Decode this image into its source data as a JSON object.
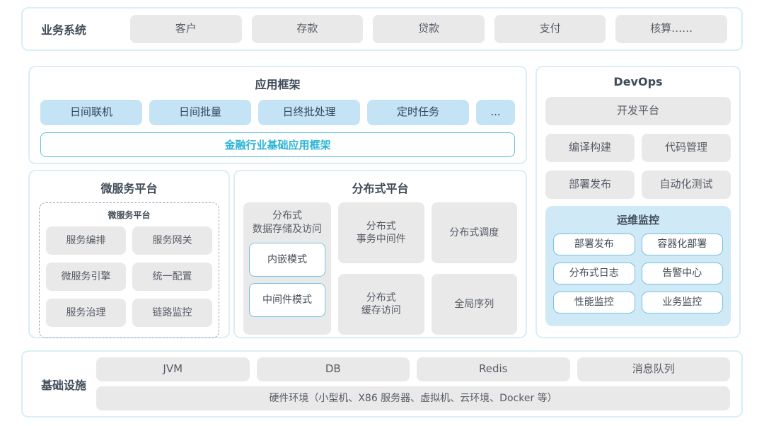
{
  "colors": {
    "panel_border": "#d9eef6",
    "gray_button_bg": "#e9e9ea",
    "blue_button_bg": "#c4e4f6",
    "accent_cyan_text": "#29b3d4",
    "accent_cyan_border": "#5fc2dc",
    "monitor_panel_bg": "#cfe9f7",
    "white_button_border": "#74c3e0",
    "title_text": "#3f4b58",
    "button_text": "#565c63"
  },
  "business_systems": {
    "label": "业务系统",
    "items": [
      "客户",
      "存款",
      "贷款",
      "支付",
      "核算……"
    ]
  },
  "app_framework": {
    "title": "应用框架",
    "items": [
      "日间联机",
      "日间批量",
      "日终批处理",
      "定时任务",
      "..."
    ],
    "base_bar": "金融行业基础应用框架"
  },
  "devops": {
    "title": "DevOps",
    "dev_platform": "开发平台",
    "items": [
      "编译构建",
      "代码管理",
      "部署发布",
      "自动化测试"
    ],
    "monitor": {
      "title": "运维监控",
      "items": [
        "部署发布",
        "容器化部署",
        "分布式日志",
        "告警中心",
        "性能监控",
        "业务监控"
      ]
    }
  },
  "microservice": {
    "title": "微服务平台",
    "inner_title": "微服务平台",
    "items": [
      "服务编排",
      "服务网关",
      "微服务引擎",
      "统一配置",
      "服务治理",
      "链路监控"
    ]
  },
  "distributed": {
    "title": "分布式平台",
    "storage": {
      "label": "分布式\n数据存储及访问",
      "modes": [
        "内嵌模式",
        "中间件模式"
      ]
    },
    "middle_cells": [
      "分布式\n事务中间件",
      "分布式\n缓存访问"
    ],
    "right_cells": [
      "分布式调度",
      "全局序列"
    ]
  },
  "infrastructure": {
    "label": "基础设施",
    "items": [
      "JVM",
      "DB",
      "Redis",
      "消息队列"
    ],
    "hardware_bar": "硬件环境（小型机、X86 服务器、虚拟机、云环境、Docker 等）"
  }
}
